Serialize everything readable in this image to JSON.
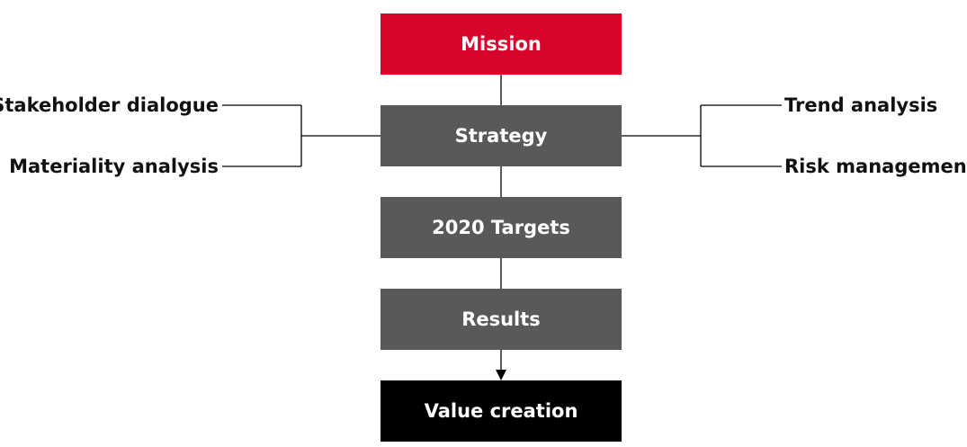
{
  "boxes": {
    "mission": "Mission",
    "strategy": "Strategy",
    "targets": "2020 Targets",
    "results": "Results",
    "value_creation": "Value creation"
  },
  "inputs_left": {
    "top": "Stakeholder dialogue",
    "bottom": "Materiality analysis"
  },
  "inputs_right": {
    "top": "Trend analysis",
    "bottom": "Risk management"
  },
  "colors": {
    "mission": "#d7042b",
    "process": "#595959",
    "outcome": "#000000",
    "line": "#000000"
  }
}
